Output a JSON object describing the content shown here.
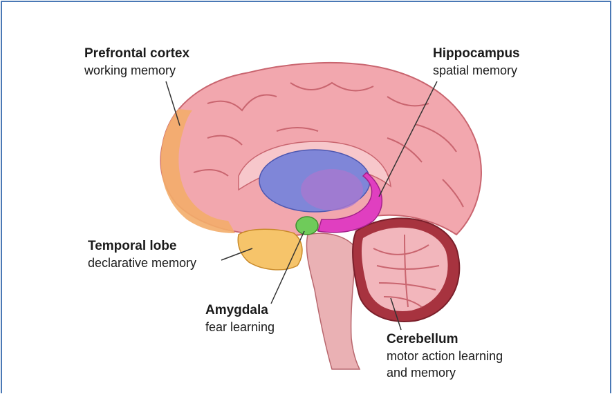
{
  "labels": {
    "prefrontal": {
      "title": "Prefrontal cortex",
      "subtitle": "working memory"
    },
    "hippocampus": {
      "title": "Hippocampus",
      "subtitle": "spatial memory"
    },
    "temporal": {
      "title": "Temporal lobe",
      "subtitle": "declarative memory"
    },
    "amygdala": {
      "title": "Amygdala",
      "subtitle": "fear learning"
    },
    "cerebellum": {
      "title": "Cerebellum",
      "subtitle_line1": "motor action learning",
      "subtitle_line2": "and memory"
    }
  },
  "colors": {
    "frame": "#4a78b5",
    "cortex": "#f2a7ae",
    "cortex_dark": "#c9656f",
    "prefrontal": "#f3ad6a",
    "temporal": "#f6c46a",
    "hippocampus": "#e03fc0",
    "amygdala": "#6fcb5a",
    "thalamus": "#7f86d8",
    "cerebellum": "#a7333f",
    "brainstem": "#eab1b4"
  }
}
